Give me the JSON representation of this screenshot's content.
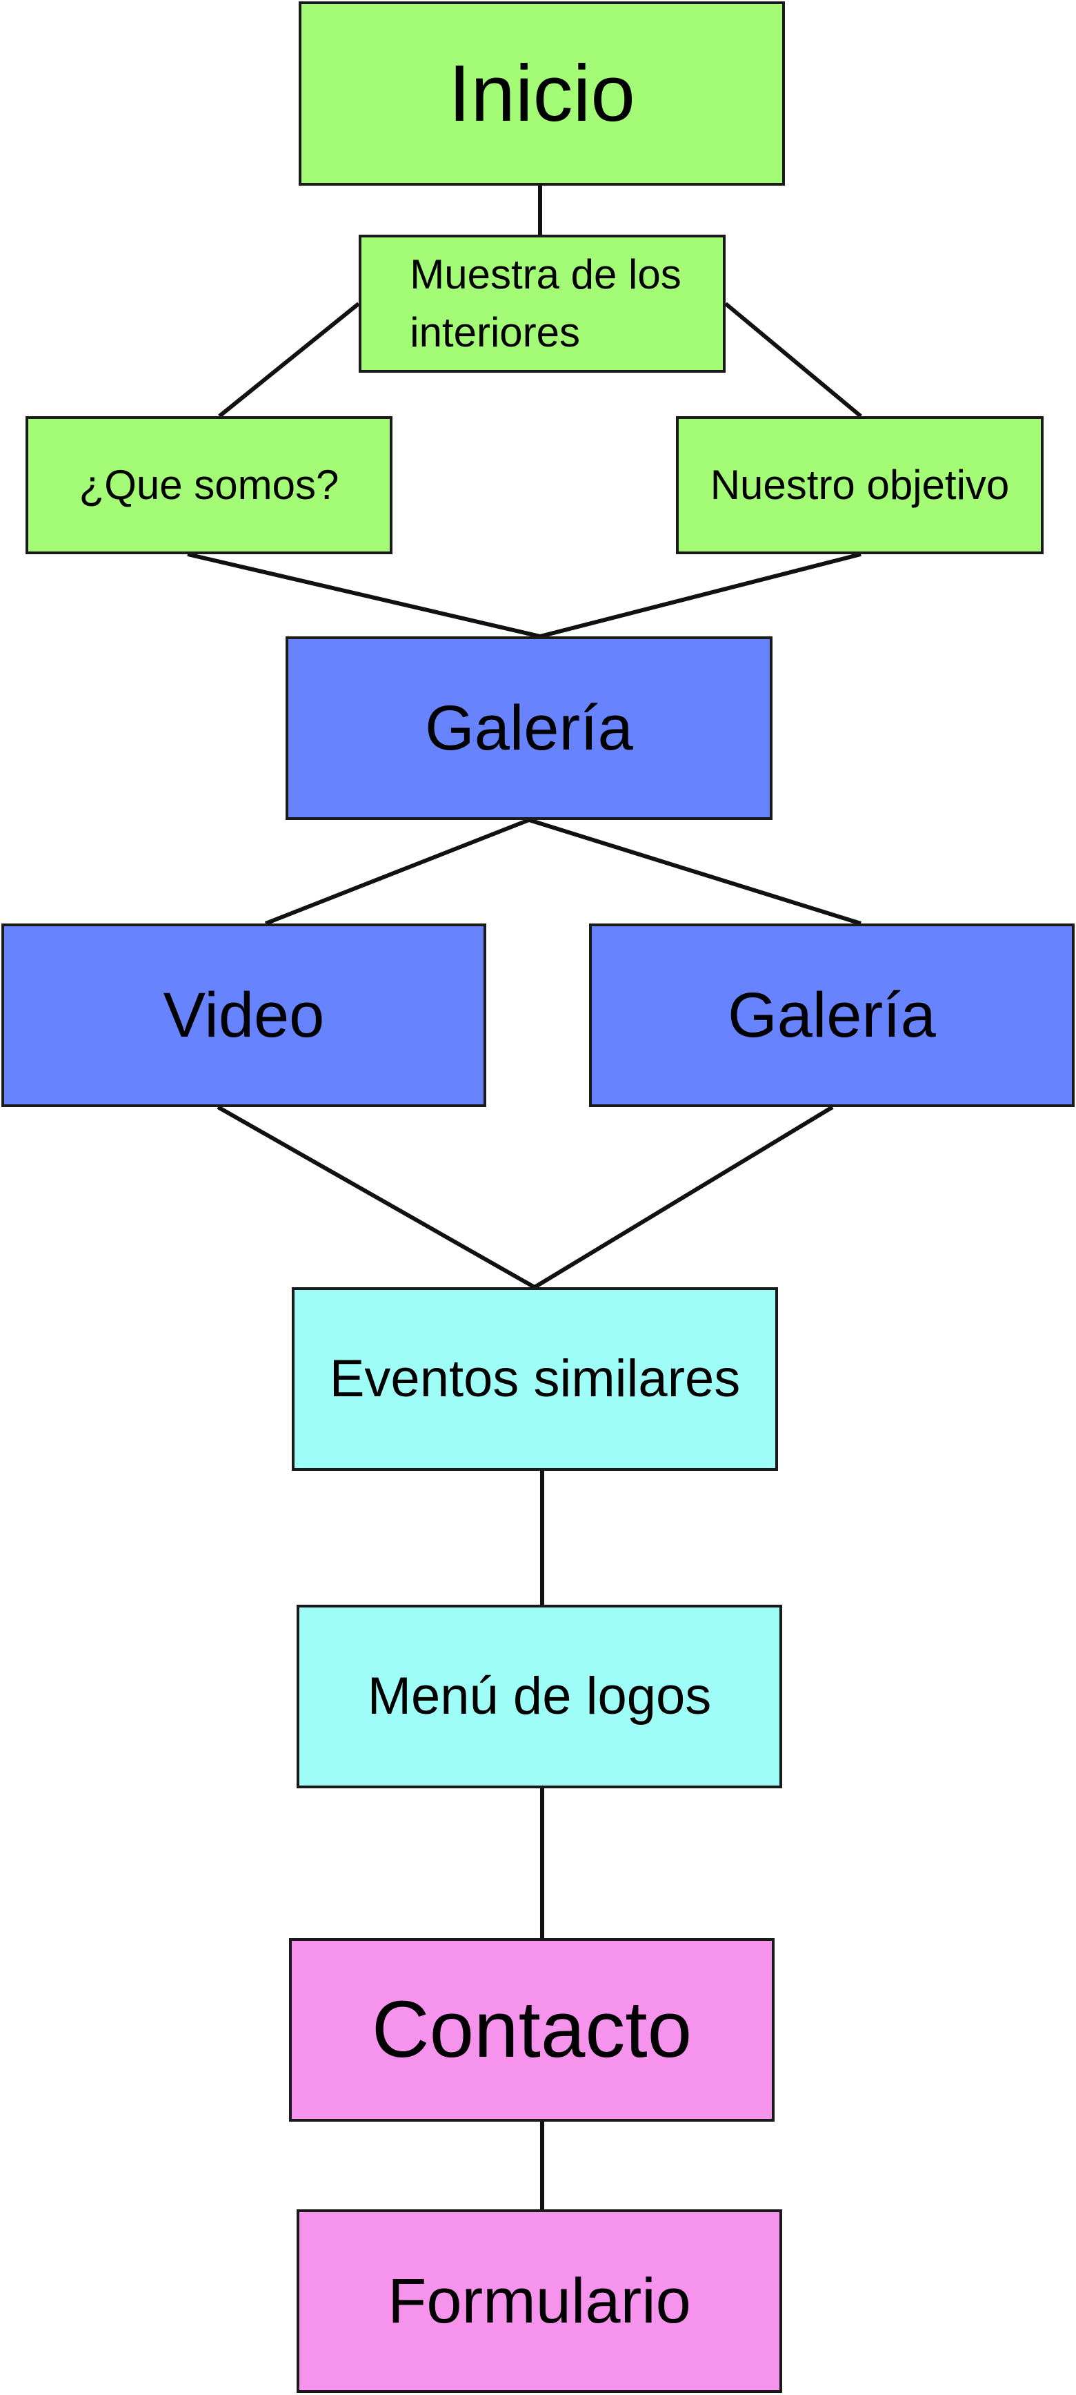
{
  "colors": {
    "green": "#a3fb76",
    "blue": "#6783fd",
    "cyan": "#9efdf7",
    "pink": "#f693ec",
    "border": "#1a1a1a",
    "connector": "#111111"
  },
  "nodes": {
    "inicio": {
      "label": "Inicio",
      "color_group": "green"
    },
    "muestra": {
      "label": "Muestra de los\ninteriores",
      "color_group": "green"
    },
    "quesomos": {
      "label": "¿Que somos?",
      "color_group": "green"
    },
    "objetivo": {
      "label": "Nuestro objetivo",
      "color_group": "green"
    },
    "galeria": {
      "label": "Galería",
      "color_group": "blue"
    },
    "video": {
      "label": "Video",
      "color_group": "blue"
    },
    "galeria2": {
      "label": "Galería",
      "color_group": "blue"
    },
    "eventos": {
      "label": "Eventos similares",
      "color_group": "cyan"
    },
    "menu": {
      "label": "Menú de logos",
      "color_group": "cyan"
    },
    "contacto": {
      "label": "Contacto",
      "color_group": "pink"
    },
    "formulario": {
      "label": "Formulario",
      "color_group": "pink"
    }
  },
  "edges": [
    [
      "inicio",
      "muestra"
    ],
    [
      "muestra",
      "quesomos"
    ],
    [
      "muestra",
      "objetivo"
    ],
    [
      "quesomos",
      "galeria"
    ],
    [
      "objetivo",
      "galeria"
    ],
    [
      "galeria",
      "video"
    ],
    [
      "galeria",
      "galeria2"
    ],
    [
      "video",
      "eventos"
    ],
    [
      "galeria2",
      "eventos"
    ],
    [
      "eventos",
      "menu"
    ],
    [
      "menu",
      "contacto"
    ],
    [
      "contacto",
      "formulario"
    ]
  ]
}
